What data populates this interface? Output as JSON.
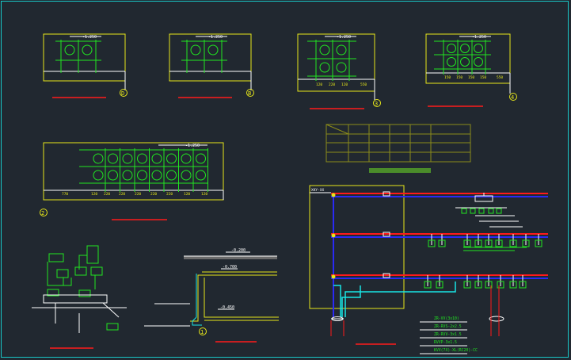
{
  "sections": [
    {
      "id": "D",
      "elev": "-1.250",
      "dims": []
    },
    {
      "id": "B",
      "elev": "-1.250",
      "dims": []
    },
    {
      "id": "3",
      "elev": "-1.250",
      "dims": [
        "120",
        "220",
        "120",
        "550"
      ]
    },
    {
      "id": "4",
      "elev": "-1.250",
      "dims": [
        "150",
        "150",
        "150",
        "150",
        "550"
      ]
    },
    {
      "id": "2",
      "elev": "-1.250",
      "dims": [
        "770",
        "120",
        "220",
        "220",
        "220",
        "220",
        "220",
        "120",
        "120"
      ]
    }
  ],
  "section1": {
    "id": "1",
    "elev_top": "-0.200",
    "elev_mid": "-0.700",
    "elev_low": "-0.450"
  },
  "system": {
    "cabinet_label": "XKY-XX",
    "cable_lines": [
      "ZR-VV(3x10)",
      "ZR-RVS-2x2.5",
      "ZR-RVV-3x1.5",
      "RVVP-3x1.5",
      "KVV(7X)-XL(RC20)-CC"
    ]
  },
  "colors": {
    "bg": "#212830",
    "frame": "#19c6c6",
    "line": "#ffffff",
    "green": "#21e621",
    "red": "#ff1a1a",
    "blue": "#2a2af5",
    "yellow": "#e6e61a",
    "cyan": "#19e6e6"
  }
}
